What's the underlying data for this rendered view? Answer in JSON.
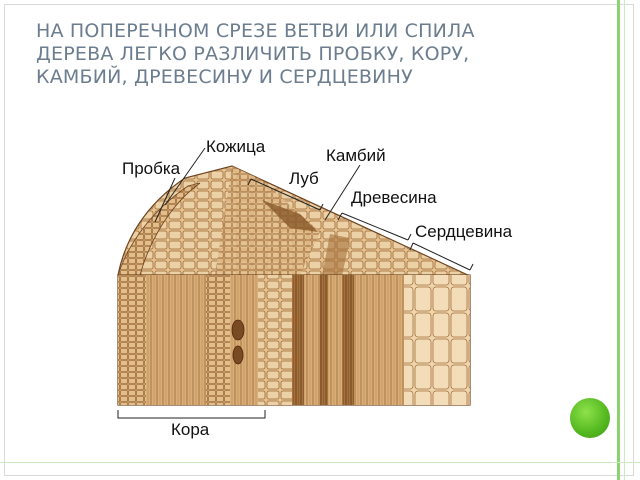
{
  "title": "НА ПОПЕРЕЧНОМ СРЕЗЕ ВЕТВИ ИЛИ СПИЛА ДЕРЕВА ЛЕГКО РАЗЛИЧИТЬ ПРОБКУ, КОРУ, КАМБИЙ, ДРЕВЕСИНУ И СЕРДЦЕВИНУ",
  "labels": {
    "kozhitsa": "Кожица",
    "kambiy": "Камбий",
    "probka": "Пробка",
    "lub": "Луб",
    "drevesina": "Древесина",
    "serdtsevina": "Сердцевина",
    "kora": "Кора"
  },
  "colors": {
    "title": "#6b7d8e",
    "accent_green": "#53b71f",
    "wood_light": "#e8c79a",
    "wood_mid": "#c99a62",
    "wood_dark": "#8a5a2b"
  }
}
